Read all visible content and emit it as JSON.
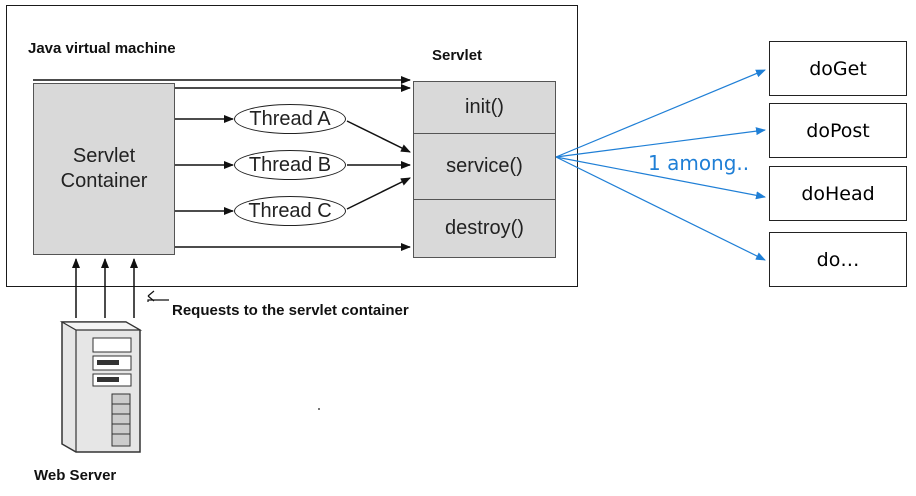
{
  "jvm": {
    "label": "Java virtual machine"
  },
  "container": {
    "label": "Servlet\nContainer"
  },
  "servlet": {
    "title": "Servlet",
    "methods": [
      "init()",
      "service()",
      "destroy()"
    ]
  },
  "threads": [
    "Thread A",
    "Thread B",
    "Thread C"
  ],
  "requests_label": "Requests to the servlet container",
  "web_server_label": "Web Server",
  "dispatch": {
    "label": "1 among..",
    "targets": [
      "doGet",
      "doPost",
      "doHead",
      "do…"
    ],
    "color": "#1f7fd6"
  }
}
